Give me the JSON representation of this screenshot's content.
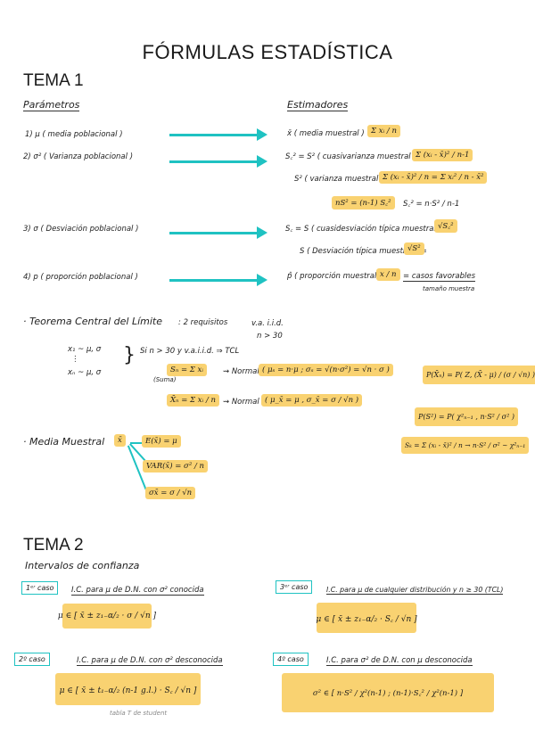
{
  "title": "FÓRMULAS ESTADÍSTICA",
  "tema1": {
    "heading": "TEMA 1",
    "parametros": "Parámetros",
    "estimadores": "Estimadores",
    "params": [
      "1) μ ( media poblacional )",
      "2) σ² ( Varianza poblacional )",
      "3) σ ( Desviación poblacional )",
      "4) p ( proporción poblacional )"
    ],
    "est": {
      "media_label": "x̄ ( media muestral ) =",
      "media_formula": "Σ xᵢ / n",
      "cuasivar_label": "S꜀² = S² ( cuasivarianza muestral ) =",
      "cuasivar_formula": "Σ (xᵢ - x̄)² / n-1",
      "varm_label": "S² ( varianza muestral ) =",
      "varm_formula": "Σ (xᵢ - x̄)² / n = Σ xᵢ² / n - x̄²",
      "relacion": "nS² = (n-1) S꜀²",
      "relacion2": "S꜀² = n·S² / n-1",
      "cuasidesv_label": "S꜀ = S ( cuasidesviación típica muestral ) =",
      "cuasidesv_formula": "√S꜀²",
      "desv_label": "S ( Desviación típica muestral ) =",
      "desv_formula": "√S²",
      "prop_label": "p̂ ( proporción muestral ) =",
      "prop_formula": "x / n",
      "prop_casos": "= casos favorables",
      "prop_tamano": "tamaño muestra"
    },
    "tcl": {
      "label": "· Teorema Central del Límite",
      "requisitos": ": 2 requisitos",
      "req1": "v.a. i.i.d.",
      "req2": "n > 30",
      "x1": "x₁ ~ μ, σ",
      "dots": "⋮",
      "xn": "xₙ ~ μ, σ",
      "si": "Si n > 30 y v.a.i.i.d. ⇒ TCL",
      "sn_formula": "Sₙ = Σ xᵢ",
      "sn_normal": "⇝ Normal",
      "sn_params": "( μₛ = n·μ ; σₛ = √(n·σ²) = √n · σ )",
      "suma": "(Suma)",
      "xbar_formula": "X̄ₙ = Σ xᵢ / n",
      "xbar_normal": "⇝ Normal",
      "xbar_params": "( μ_x̄ = μ , σ_x̄ = σ / √n )",
      "p_formula": "P(X̄ₙ) = P( Z, (X̄ - μ) / (σ / √n) )",
      "ps_formula": "P(S²) = P( χ²ₙ₋₁ , n·S² / σ² )",
      "sk_formula": "Sₖ = Σ (xᵢ - x̄)² / n → n·S² / σ² ~ χ²ₙ₋₁"
    },
    "mm": {
      "label": "· Media Muestral",
      "x": "x̄",
      "e": "E(x̄) = μ",
      "v": "VAR(x̄) = σ² / n",
      "d": "σx̄ = σ / √n"
    }
  },
  "tema2": {
    "heading": "TEMA 2",
    "subtitle": "Intervalos de confianza",
    "casos": [
      {
        "tag": "1ᵉʳ caso",
        "title": "I.C. para μ de D.N. con σ² conocida",
        "formula": "μ ∈ [ x̄ ± z₁₋α/₂ · σ / √n ]"
      },
      {
        "tag": "3ᵉʳ caso",
        "title": "I.C. para μ de cualquier distribución y n ≥ 30 (TCL)",
        "formula": "μ ∈ [ x̄ ± z₁₋α/₂ · S꜀ / √n ]"
      },
      {
        "tag": "2º caso",
        "title": "I.C. para μ de D.N. con σ² desconocida",
        "formula": "μ ∈ [ x̄ ± t₁₋α/₂ (n-1 g.l.) · S꜀ / √n ]"
      },
      {
        "tag": "4º caso",
        "title": "I.C. para σ² de D.N. con μ desconocida",
        "formula": "σ² ∈ [ n·S² / χ²(n-1) ; (n-1)·S꜀² / χ²(n-1) ]"
      }
    ],
    "note": "tabla T de student"
  },
  "colors": {
    "highlight": "#f9d271",
    "teal": "#1fc2c2"
  }
}
